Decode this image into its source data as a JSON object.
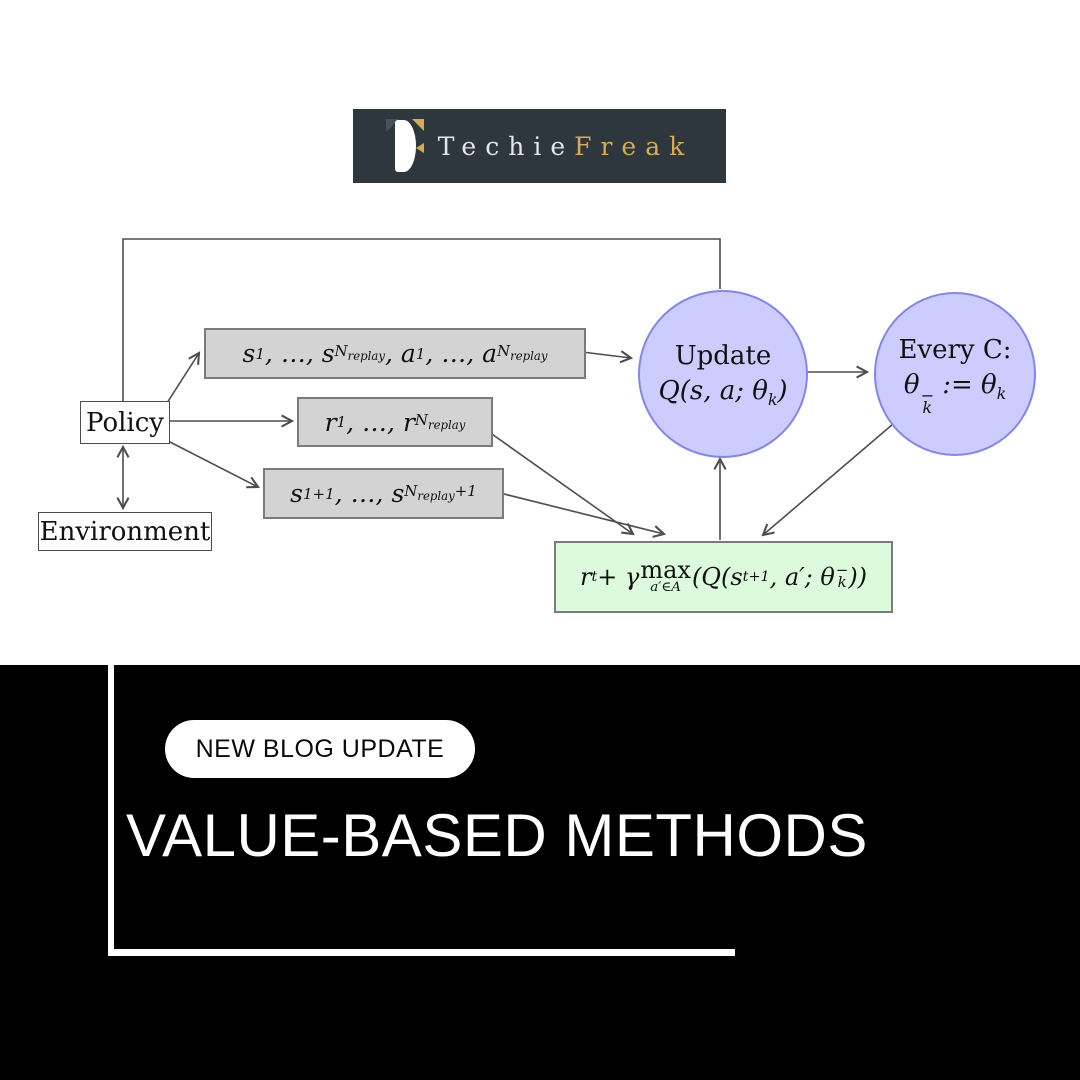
{
  "logo": {
    "brand_first": "Techie",
    "brand_second": "Freak",
    "mark_icon": "tf-monogram",
    "background": "#2d373d",
    "gold": "#d8ab52",
    "silver": "#e4e6e8"
  },
  "diagram": {
    "policy_label": "Policy",
    "environment_label": "Environment",
    "replay_sa_html": "s<sub>1</sub>, …, s<sub>N<sub>replay</sub></sub>, a<sub>1</sub>, …, a<sub>N<sub>replay</sub></sub>",
    "replay_r_html": "r<sub>1</sub>, …, r<sub>N<sub>replay</sub></sub>",
    "replay_next_html": "s<sub>1+1</sub>, …, s<sub>N<sub>replay</sub>+1</sub>",
    "update_node": {
      "line1": "Update",
      "line2_html": "Q(s, a; θ<sub>k</sub>)"
    },
    "target_node": {
      "line1": "Every C:",
      "line2_html": "θ<span class='ss'><span>−</span><span>k</span></span> := θ<sub>k</sub>"
    },
    "td_target_html": "r<sub>t</sub> + γ<span class='uo'><span class='rm'>max</span><span class='u'>a′∈A</span></span>(Q(s<sub>t+1</sub>, a′; θ<span class='ss'><span>−</span><span>k</span></span>))",
    "colors": {
      "circle_fill": "#cccdfe",
      "circle_border": "#8285ef",
      "replay_fill": "#d3d3d3",
      "replay_border": "#7b7b7b",
      "target_fill": "#dcfbdc",
      "line": "#4d4d4d"
    }
  },
  "banner": {
    "badge_label": "NEW BLOG UPDATE",
    "title": "VALUE-BASED METHODS",
    "background": "#000000",
    "frame_color": "#ffffff"
  }
}
